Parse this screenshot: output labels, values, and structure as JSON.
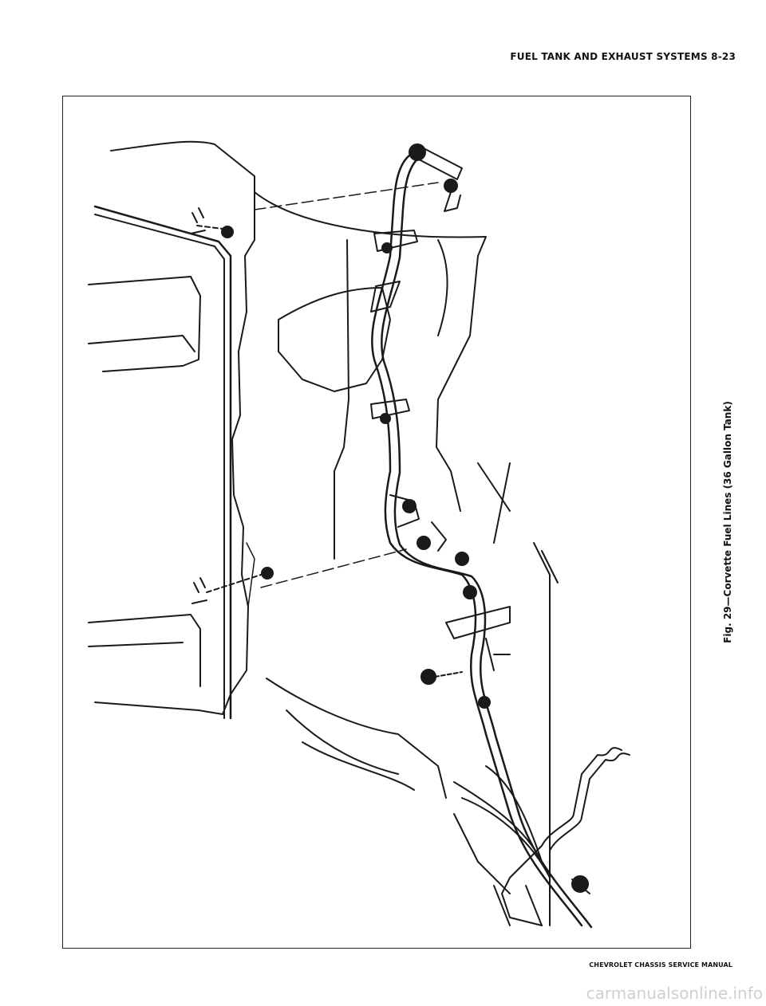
{
  "header": {
    "text": "FUEL TANK AND EXHAUST SYSTEMS 8-23"
  },
  "figure": {
    "caption": "Fig. 29—Corvette Fuel Lines (36 Gallon Tank)",
    "line_color": "#1a1a1a"
  },
  "footer": {
    "text": "CHEVROLET CHASSIS SERVICE MANUAL"
  },
  "watermark": {
    "text": "carmanualsonline.info"
  }
}
